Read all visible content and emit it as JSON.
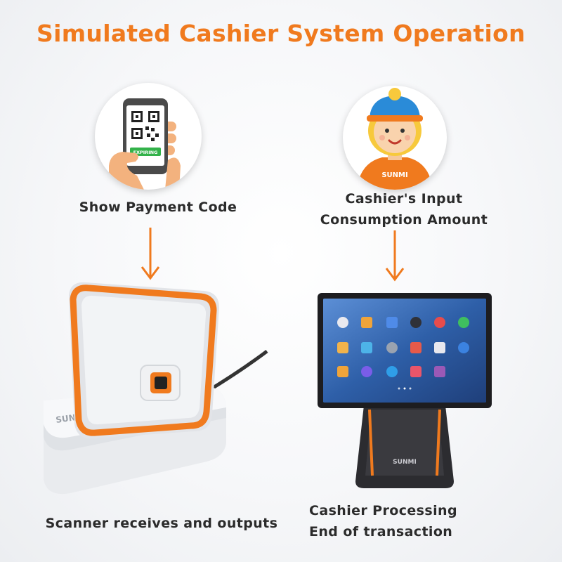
{
  "title": "Simulated Cashier System Operation",
  "steps": {
    "show_payment": {
      "label": "Show Payment Code",
      "phone_button": "EXPIRING"
    },
    "cashier_input": {
      "line1": "Cashier's Input",
      "line2": "Consumption Amount",
      "shirt_logo": "SUNMI"
    },
    "scanner": {
      "label": "Scanner receives and outputs",
      "logo": "SUNMI"
    },
    "terminal": {
      "line1": "Cashier Processing",
      "line2": "End of transaction",
      "logo": "SUNMI"
    }
  },
  "colors": {
    "accent": "#f07a1e",
    "text": "#2b2b2b"
  },
  "icons": [
    "arrow-down-icon",
    "qr-code-icon",
    "hand-phone-icon",
    "cashier-avatar-icon",
    "scanner-device-icon",
    "pos-terminal-icon"
  ]
}
